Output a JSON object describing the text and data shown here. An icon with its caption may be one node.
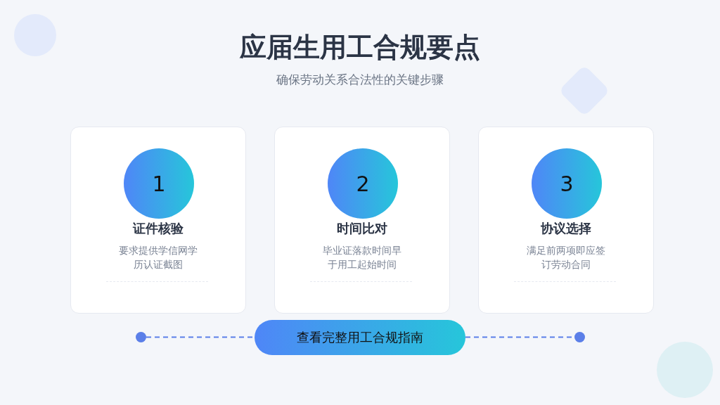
{
  "diagram": {
    "title": "应届生用工合规要点",
    "caption": "确保劳动关系合法性的关键步骤",
    "nodes": [
      {
        "text": [
          "证件核验",
          "要求提供学信网学历认证截图"
        ]
      },
      {
        "text": [
          "1"
        ],
        "in": 0
      },
      {
        "text": [
          "时间比对",
          "毕业证落款时间早于用工起始时间"
        ]
      },
      {
        "text": [
          "2"
        ],
        "in": 2
      },
      {
        "text": [
          "协议选择",
          "满足前两项即应签订劳动合同"
        ]
      },
      {
        "text": [
          "3"
        ],
        "in": 4
      },
      {
        "text": [],
        "shape": "circle"
      },
      {
        "text": [
          "查看完整用工合规指南"
        ]
      },
      {
        "text": [],
        "shape": "circle"
      }
    ],
    "edges": [
      {
        "from": 6,
        "to": 7,
        "arrow": "none",
        "style": "dashed"
      },
      {
        "from": 7,
        "to": 8,
        "arrow": "none",
        "style": "dashed"
      }
    ]
  }
}
